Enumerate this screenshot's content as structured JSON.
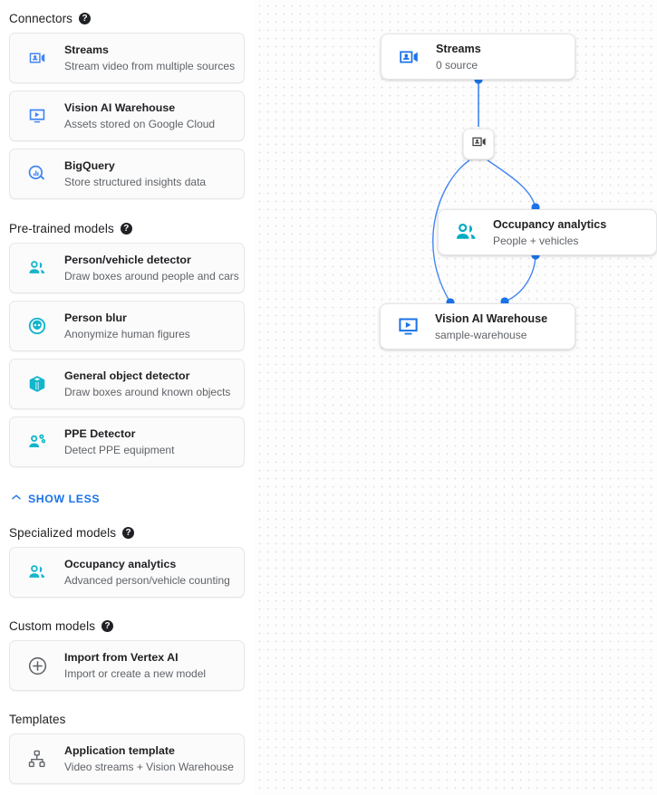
{
  "sidebar": {
    "sections": [
      {
        "title": "Connectors",
        "has_help": true,
        "help_glyph": "?",
        "items": [
          {
            "icon": "video-camera-person-icon",
            "icon_color": "#4285f4",
            "title": "Streams",
            "subtitle": "Stream video from multiple sources"
          },
          {
            "icon": "monitor-play-icon",
            "icon_color": "#4285f4",
            "title": "Vision AI Warehouse",
            "subtitle": "Assets stored on Google Cloud"
          },
          {
            "icon": "bigquery-magnifier-icon",
            "icon_color": "#4285f4",
            "title": "BigQuery",
            "subtitle": "Store structured insights data"
          }
        ]
      },
      {
        "title": "Pre-trained models",
        "has_help": true,
        "help_glyph": "?",
        "items": [
          {
            "icon": "person-vehicle-icon",
            "icon_color": "#12b5cb",
            "title": "Person/vehicle detector",
            "subtitle": "Draw boxes around people and cars"
          },
          {
            "icon": "person-blur-icon",
            "icon_color": "#12b5cb",
            "title": "Person blur",
            "subtitle": "Anonymize human figures"
          },
          {
            "icon": "cube-object-icon",
            "icon_color": "#12b5cb",
            "title": "General object detector",
            "subtitle": "Draw boxes around known objects"
          },
          {
            "icon": "ppe-detector-icon",
            "icon_color": "#12b5cb",
            "title": "PPE Detector",
            "subtitle": "Detect PPE equipment"
          }
        ]
      },
      {
        "title": "Specialized models",
        "has_help": true,
        "help_glyph": "?",
        "items": [
          {
            "icon": "occupancy-analytics-icon",
            "icon_color": "#12b5cb",
            "title": "Occupancy analytics",
            "subtitle": "Advanced person/vehicle counting"
          }
        ]
      },
      {
        "title": "Custom models",
        "has_help": true,
        "help_glyph": "?",
        "items": [
          {
            "icon": "plus-circle-icon",
            "icon_color": "#5f6368",
            "title": "Import from Vertex AI",
            "subtitle": "Import or create a new model"
          }
        ]
      },
      {
        "title": "Templates",
        "has_help": false,
        "help_glyph": "",
        "items": [
          {
            "icon": "org-chart-icon",
            "icon_color": "#5f6368",
            "title": "Application template",
            "subtitle": "Video streams + Vision Warehouse"
          }
        ]
      }
    ],
    "show_less": {
      "label": "SHOW LESS",
      "icon": "chevron-up-icon",
      "color": "#1a73e8"
    }
  },
  "canvas": {
    "edge_color": "#4285f4",
    "port_color": "#1a73e8",
    "nodes": [
      {
        "name": "streams-node",
        "icon": "video-camera-person-icon",
        "icon_color": "#1a73e8",
        "title": "Streams",
        "subtitle": "0 source"
      },
      {
        "name": "occupancy-analytics-node",
        "icon": "occupancy-analytics-icon",
        "icon_color": "#00acc1",
        "title": "Occupancy analytics",
        "subtitle": "People + vehicles"
      },
      {
        "name": "vision-warehouse-node",
        "icon": "monitor-play-icon",
        "icon_color": "#1a73e8",
        "title": "Vision AI Warehouse",
        "subtitle": "sample-warehouse"
      }
    ],
    "mini_node": {
      "name": "camera-operator-node",
      "icon": "video-camera-person-icon",
      "icon_color": "#3c4043"
    }
  }
}
